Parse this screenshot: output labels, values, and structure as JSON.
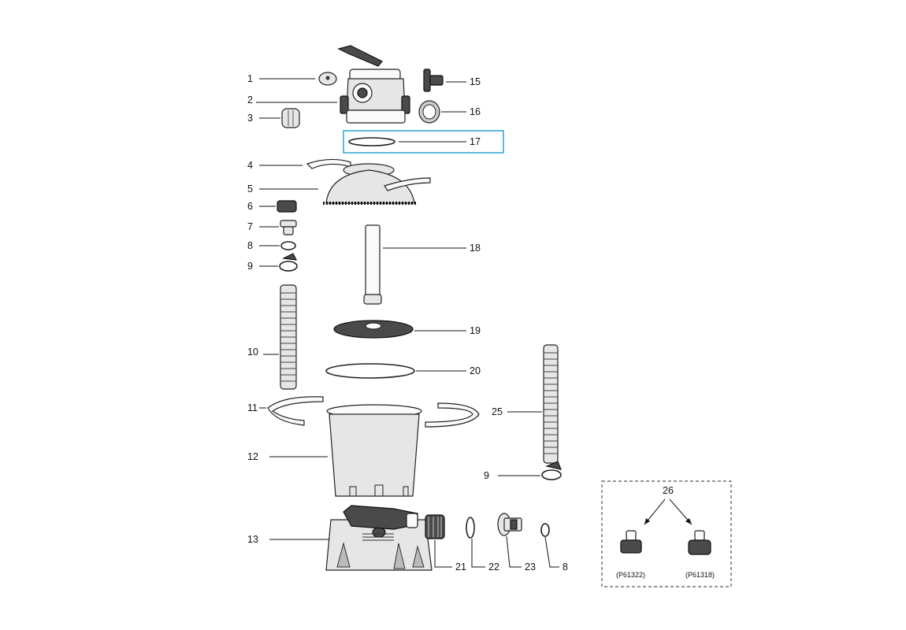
{
  "diagram": {
    "labels": {
      "p1": "1",
      "p2": "2",
      "p3": "3",
      "p4": "4",
      "p5": "5",
      "p6": "6",
      "p7": "7",
      "p8a": "8",
      "p9a": "9",
      "p10": "10",
      "p11": "11",
      "p12": "12",
      "p13": "13",
      "p15": "15",
      "p16": "16",
      "p17": "17",
      "p18": "18",
      "p19": "19",
      "p20": "20",
      "p25": "25",
      "p9b": "9",
      "p21": "21",
      "p22": "22",
      "p23": "23",
      "p8b": "8",
      "p26": "26"
    },
    "callout": {
      "left_code": "(P61322)",
      "right_code": "(P61318)"
    },
    "highlight_color": "#29a3d6"
  }
}
